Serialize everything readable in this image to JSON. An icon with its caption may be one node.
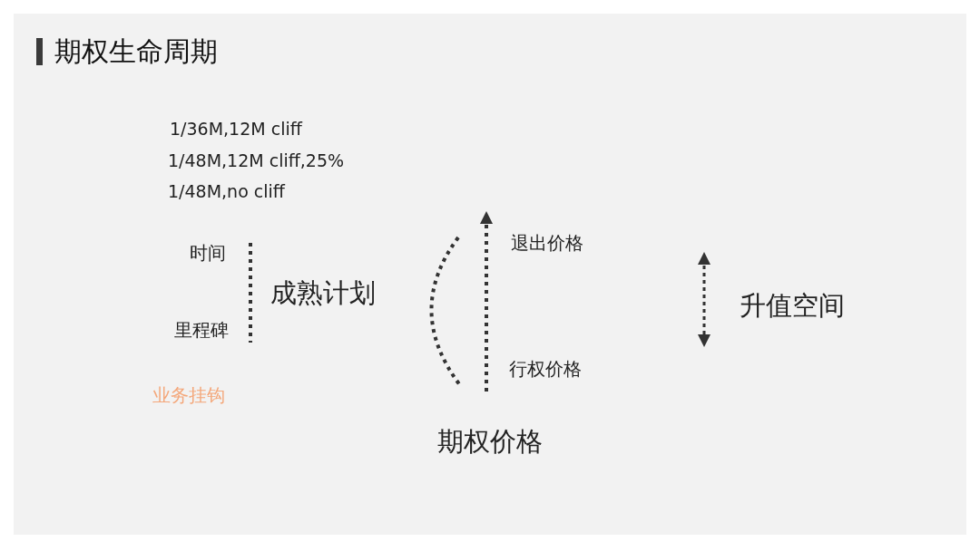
{
  "diagram": {
    "title": "期权生命周期",
    "labels": [
      "1/36M,12M cliff",
      "1/48M,12M cliff,25%",
      "1/48M,no cliff",
      "时间",
      "退出价格",
      "成熟计划",
      "升值空间",
      "里程碑",
      "行权价格",
      "业务挂钩",
      "期权价格"
    ]
  }
}
